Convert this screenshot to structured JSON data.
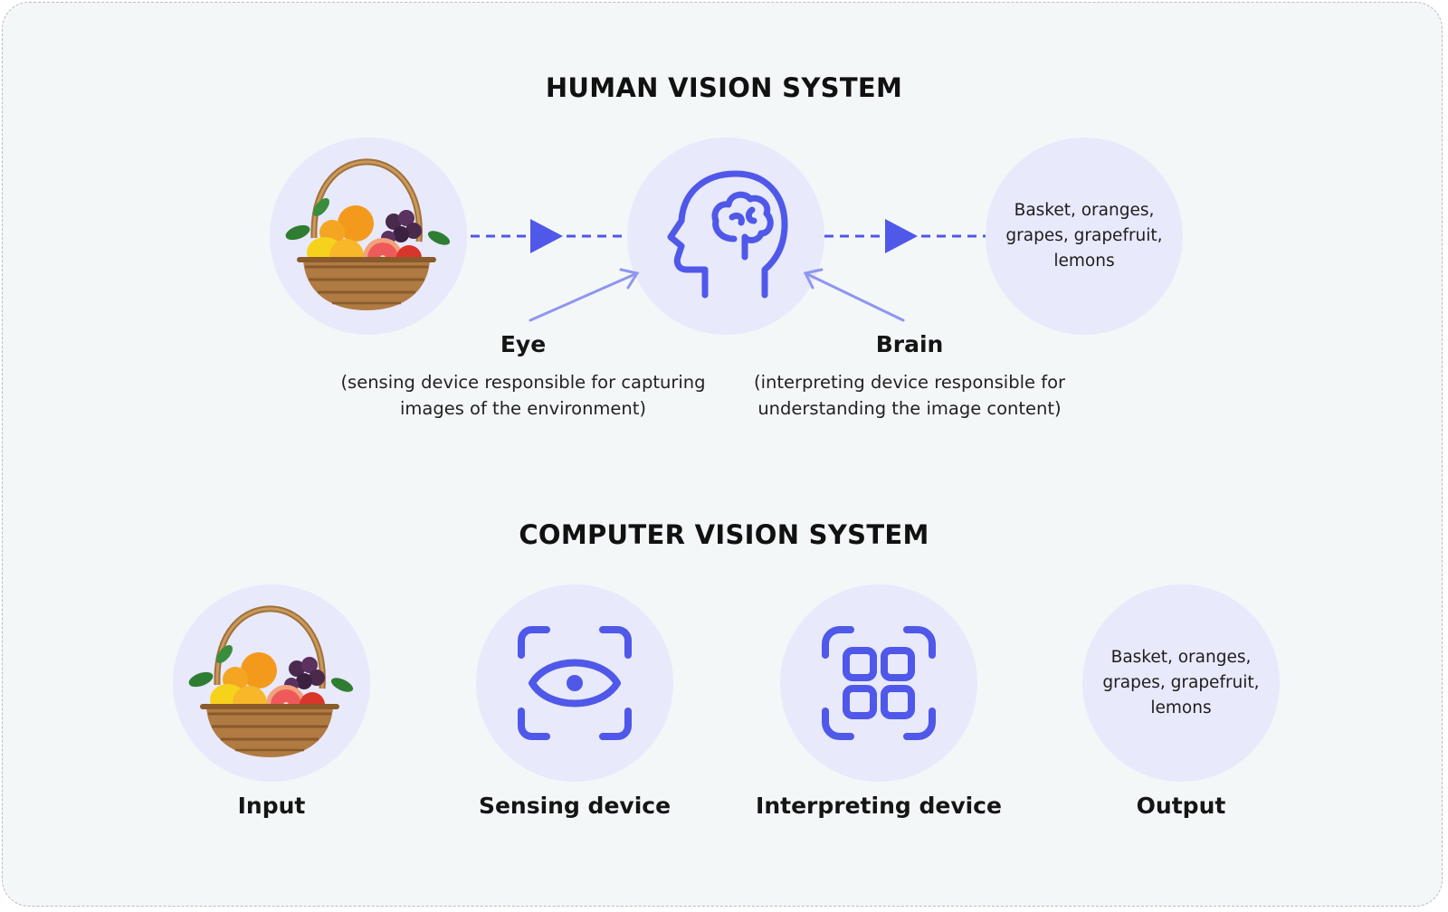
{
  "human": {
    "title": "HUMAN VISION SYSTEM",
    "output_text": "Basket, oranges, grapes, grapefruit, lemons",
    "eye_label": "Eye",
    "eye_desc": "(sensing device responsible for capturing images of the environment)",
    "brain_label": "Brain",
    "brain_desc": "(interpreting device responsible for understanding the image content)"
  },
  "computer": {
    "title": "COMPUTER VISION SYSTEM",
    "output_text": "Basket, oranges, grapes, grapefruit, lemons",
    "labels": {
      "input": "Input",
      "sensing": "Sensing device",
      "interpreting": "Interpreting device",
      "output": "Output"
    }
  },
  "icons": {
    "fruit": "fruit-basket-icon",
    "head": "head-brain-icon",
    "eye": "eye-scan-icon",
    "grid": "grid-processor-icon"
  },
  "colors": {
    "accent": "#4f58e8",
    "accent_light": "#8f96f0",
    "circle_bg": "#e8e9fb",
    "background": "#f4f7f8",
    "border": "#b9bcc3"
  }
}
